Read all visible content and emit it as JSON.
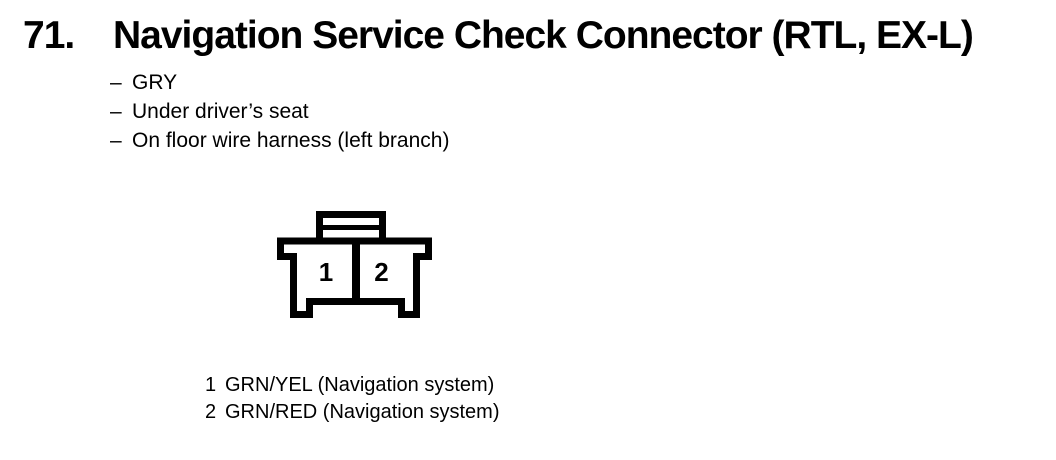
{
  "header": {
    "number": "71.",
    "title": "Navigation Service Check Connector (RTL, EX-L)"
  },
  "details": {
    "bullet": "–",
    "items": [
      "GRY",
      "Under driver’s seat",
      "On floor wire harness (left branch)"
    ]
  },
  "connector_diagram": {
    "cavities": [
      "1",
      "2"
    ]
  },
  "pin_table": {
    "rows": [
      {
        "pin": "1",
        "label": "GRN/YEL (Navigation system)"
      },
      {
        "pin": "2",
        "label": "GRN/RED (Navigation system)"
      }
    ]
  },
  "colors": {
    "ink": "#000000",
    "paper": "#ffffff"
  }
}
